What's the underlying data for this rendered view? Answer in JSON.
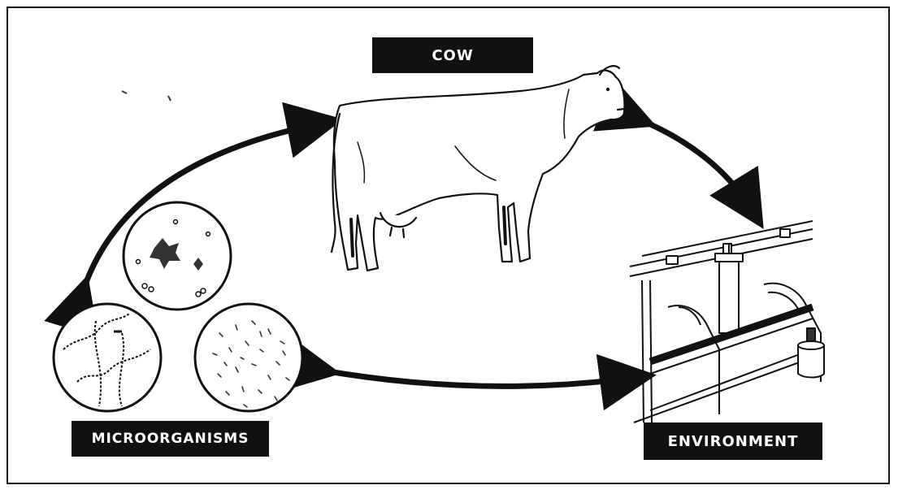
{
  "labels": {
    "cow": "COW",
    "microorganisms": "MICROORGANISMS",
    "environment": "ENVIRONMENT"
  },
  "colors": {
    "ink": "#111111",
    "paper": "#ffffff"
  },
  "icons": [
    "cow-illustration",
    "milking-pipeline-illustration",
    "cocci-cluster-circle-icon",
    "chain-bacteria-circle-icon",
    "rod-bacteria-circle-icon"
  ]
}
